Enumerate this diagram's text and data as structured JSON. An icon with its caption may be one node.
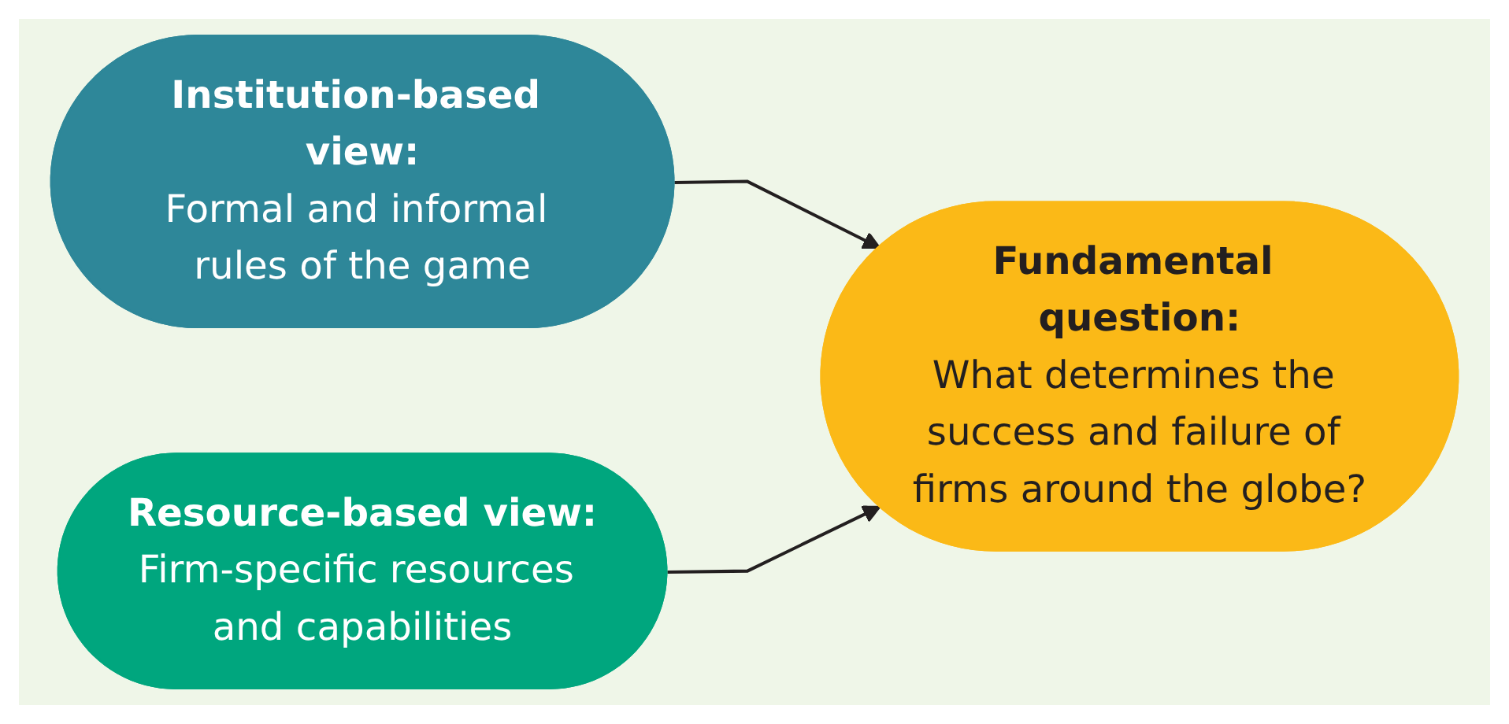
{
  "diagram": {
    "nodes": [
      {
        "text": [
          "Institution-based view:",
          "Formal and informal rules of the game"
        ]
      },
      {
        "text": [
          "Resource-based view:",
          "Firm-specific resources and capabilities"
        ]
      },
      {
        "text": [
          "Fundamental question:",
          "What determines the success and failure of firms around the globe?"
        ]
      }
    ],
    "edges": [
      {
        "from": 0,
        "to": 2,
        "arrow": "to"
      },
      {
        "from": 1,
        "to": 2,
        "arrow": "to"
      }
    ]
  }
}
